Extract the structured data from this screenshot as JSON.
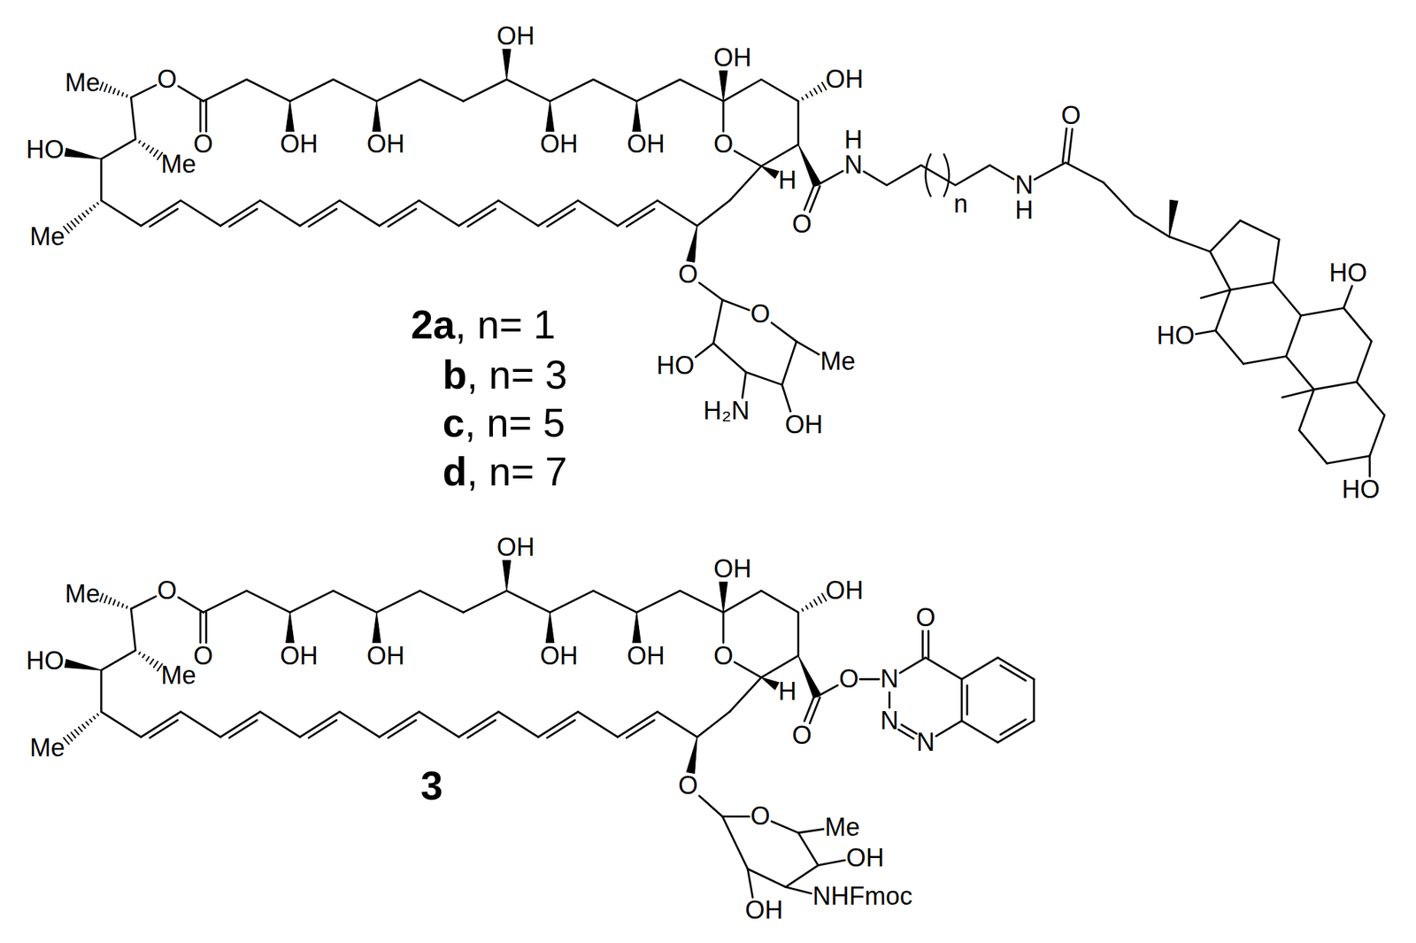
{
  "diagram": {
    "labels": [
      "OH",
      "OH",
      "OH",
      "Me",
      "O",
      "H",
      "N",
      "O",
      "HO",
      "O",
      "OH",
      "OH",
      "OH",
      "OH",
      "O",
      "H",
      "Me",
      "n",
      "N",
      "H",
      "O",
      "Me",
      "O",
      "O",
      "2a, n= 1",
      "HO",
      "HO",
      "HO",
      "Me",
      "b, n= 3",
      "H₂N",
      "OH",
      "c, n= 5",
      "d, n= 7",
      "HO",
      "OH",
      "OH",
      "OH",
      "O",
      "Me",
      "O",
      "HO",
      "O",
      "OH",
      "OH",
      "OH",
      "OH",
      "O",
      "H",
      "Me",
      "O",
      "N",
      "N",
      "O",
      "N",
      "Me",
      "O",
      "3",
      "O",
      "Me",
      "OH",
      "NHFmoc",
      "OH"
    ]
  }
}
